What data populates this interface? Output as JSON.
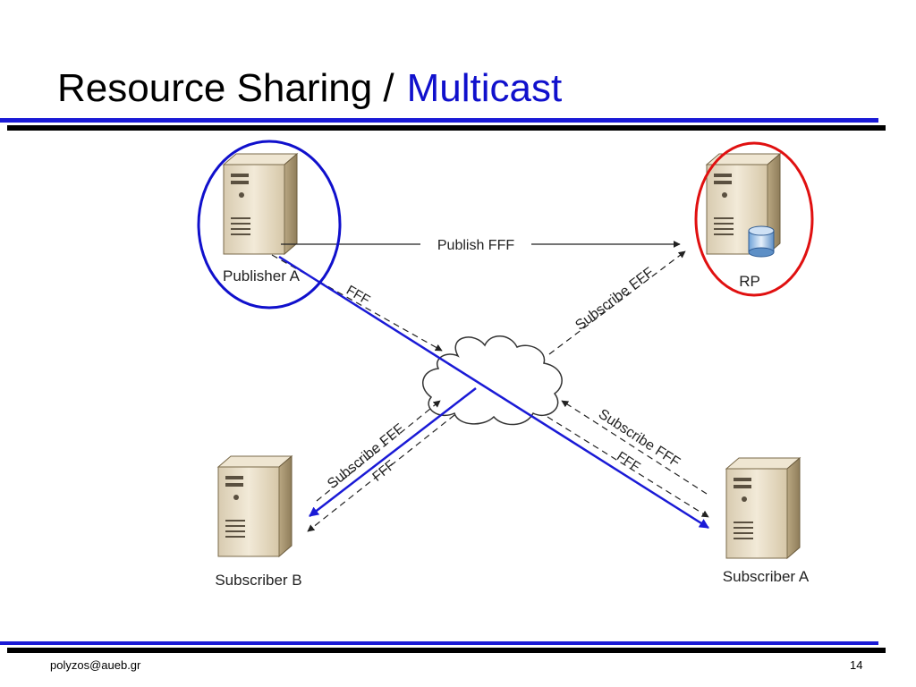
{
  "slide": {
    "title_main": "Resource Sharing /",
    "title_accent": "Multicast",
    "footer_email": "polyzos@aueb.gr",
    "page_number": "14"
  },
  "diagram": {
    "nodes": {
      "publisher_a": "Publisher A",
      "rp": "RP",
      "subscriber_b": "Subscriber B",
      "subscriber_a": "Subscriber A"
    },
    "edges": {
      "publish": "Publish FFF",
      "rp_subscribe": "Subscribe FFF",
      "pub_fff": "FFF",
      "subb_subscribe": "Subscribe FFF",
      "subb_fff": "FFF",
      "suba_subscribe": "Subscribe FFF",
      "suba_fff": "FFF"
    },
    "colors": {
      "accent_blue": "#1010cc",
      "rule_blue": "#1a1ad6",
      "highlight_red": "#e01010",
      "server_body": "#e2d6bc"
    }
  }
}
